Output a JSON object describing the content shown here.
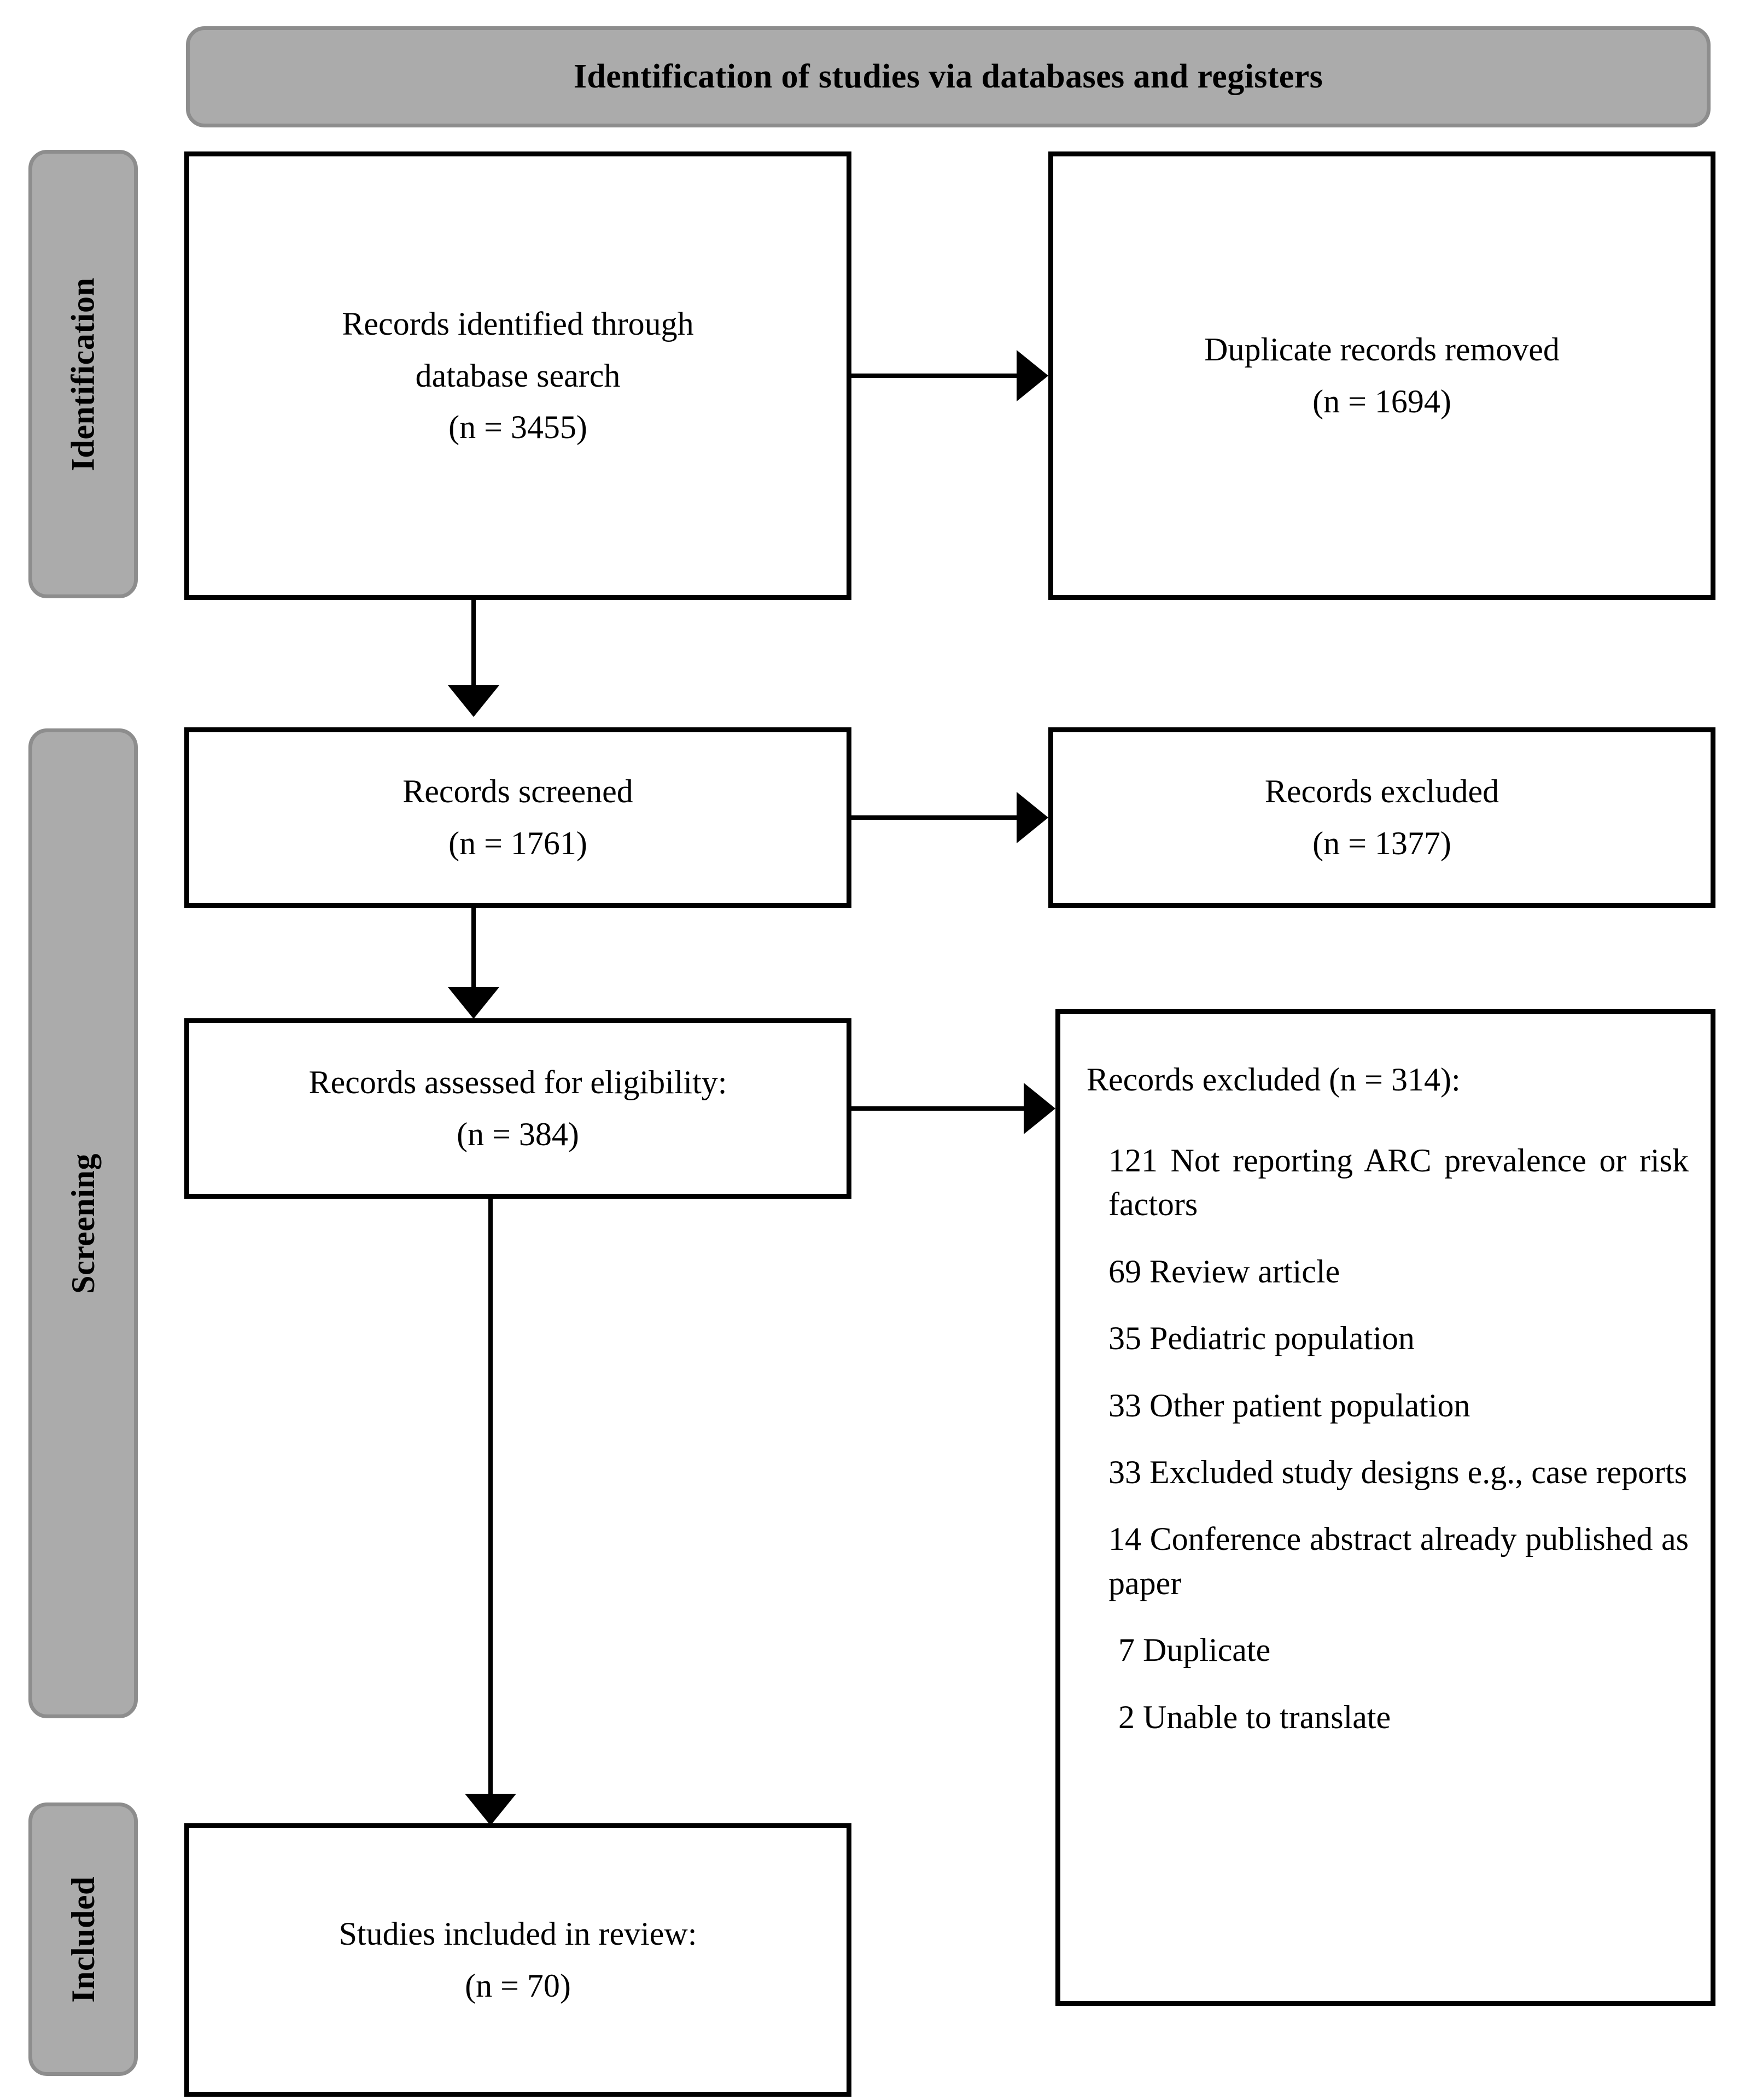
{
  "banner": {
    "title": "Identification of studies via databases and registers"
  },
  "stages": [
    {
      "id": "identification",
      "label": "Identification"
    },
    {
      "id": "screening",
      "label": "Screening"
    },
    {
      "id": "included",
      "label": "Included"
    }
  ],
  "boxes": {
    "identified": {
      "line1": "Records identified through",
      "line2": "database search",
      "line3": "(n = 3455)"
    },
    "duplicates": {
      "line1": "Duplicate records removed",
      "line2": "(n = 1694)"
    },
    "screened": {
      "line1": "Records screened",
      "line2": "(n = 1761)"
    },
    "excluded_screening": {
      "line1": "Records excluded",
      "line2": "(n = 1377)"
    },
    "eligibility": {
      "line1": "Records assessed for eligibility:",
      "line2": "(n = 384)"
    },
    "included": {
      "line1": "Studies included in review:",
      "line2": "(n = 70)"
    }
  },
  "exclusions": {
    "title": "Records excluded (n = 314):",
    "items": [
      "121 Not reporting ARC prevalence or risk factors",
      "69 Review article",
      "35 Pediatric population",
      "33 Other patient population",
      "33 Excluded study designs e.g., case reports",
      "14 Conference abstract already published as paper",
      "7 Duplicate",
      "2 Unable to translate"
    ]
  },
  "flow_data": {
    "type": "prisma-flow",
    "identified_n": 3455,
    "duplicates_removed_n": 1694,
    "screened_n": 1761,
    "excluded_at_screening_n": 1377,
    "assessed_for_eligibility_n": 384,
    "excluded_at_eligibility_n": 314,
    "included_n": 70,
    "exclusion_reasons": [
      {
        "n": 121,
        "reason": "Not reporting ARC prevalence or risk factors"
      },
      {
        "n": 69,
        "reason": "Review article"
      },
      {
        "n": 35,
        "reason": "Pediatric population"
      },
      {
        "n": 33,
        "reason": "Other patient population"
      },
      {
        "n": 33,
        "reason": "Excluded study designs e.g., case reports"
      },
      {
        "n": 14,
        "reason": "Conference abstract already published as paper"
      },
      {
        "n": 7,
        "reason": "Duplicate"
      },
      {
        "n": 2,
        "reason": "Unable to translate"
      }
    ]
  },
  "colors": {
    "stage_fill": "#ababab",
    "stage_border": "#8d8d8d",
    "box_border": "#000000",
    "text": "#000000",
    "background": "#ffffff"
  }
}
